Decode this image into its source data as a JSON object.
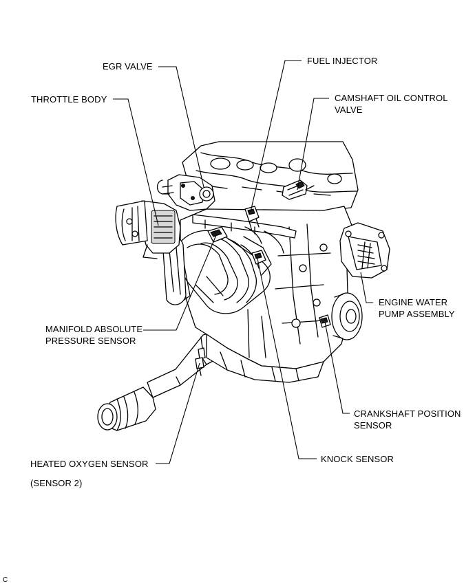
{
  "labels": {
    "egr_valve": "EGR VALVE",
    "fuel_injector": "FUEL INJECTOR",
    "throttle_body": "THROTTLE BODY",
    "camshaft_ocv": [
      "CAMSHAFT OIL CONTROL",
      "VALVE"
    ],
    "engine_water_pump": [
      "ENGINE WATER",
      "PUMP ASSEMBLY"
    ],
    "map_sensor": [
      "MANIFOLD ABSOLUTE",
      "PRESSURE SENSOR"
    ],
    "crankshaft_sensor": [
      "CRANKSHAFT POSITION",
      "SENSOR"
    ],
    "heated_oxygen_sensor": "HEATED OXYGEN SENSOR",
    "sensor_2": "(SENSOR 2)",
    "knock_sensor": "KNOCK SENSOR"
  },
  "figure_code": "C"
}
